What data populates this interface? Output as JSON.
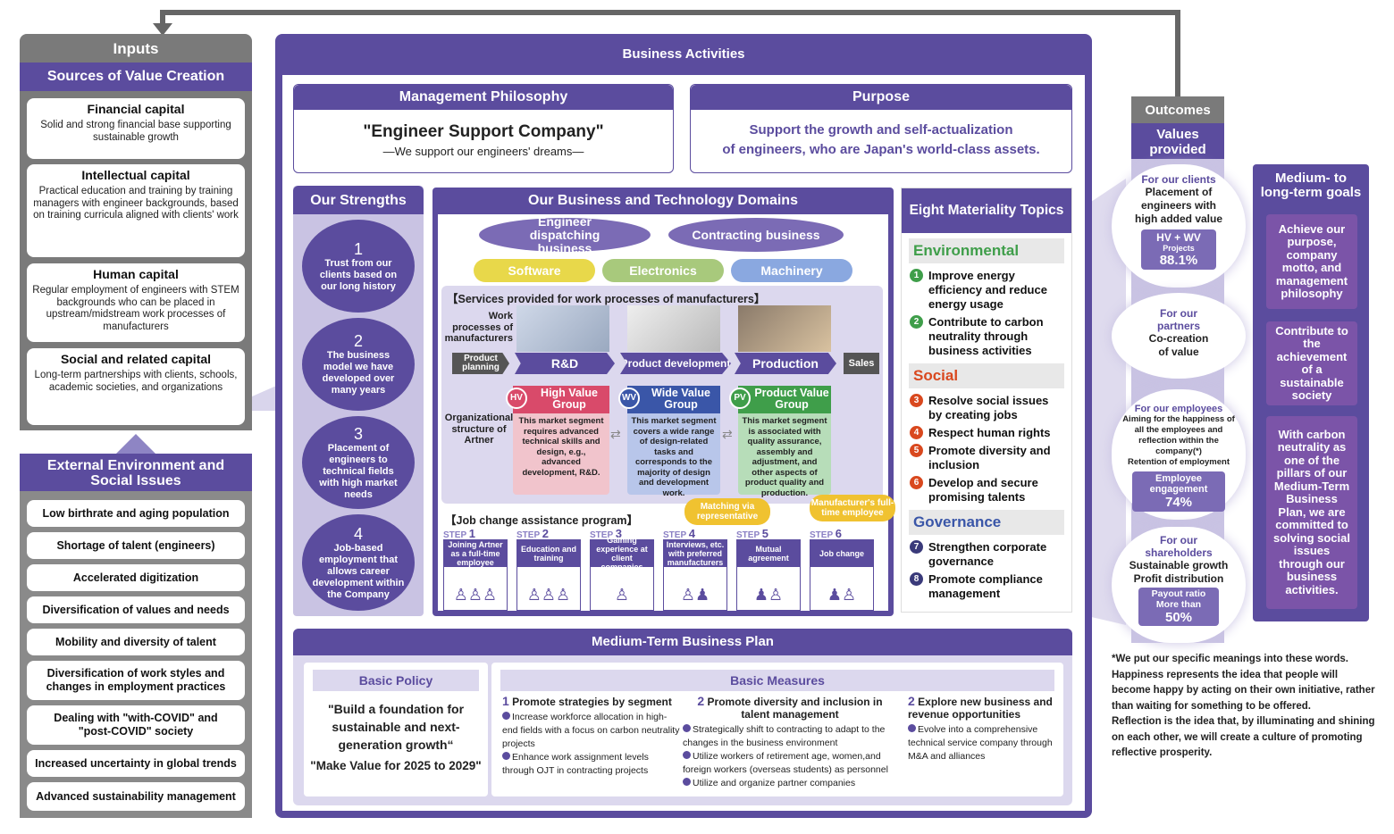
{
  "inputs": {
    "title": "Inputs",
    "subtitle": "Sources of Value Creation",
    "capitals": [
      {
        "title": "Financial capital",
        "desc": "Solid and strong financial base supporting sustainable growth"
      },
      {
        "title": "Intellectual capital",
        "desc": "Practical education and training by training managers with engineer backgrounds, based on training curricula aligned with clients' work"
      },
      {
        "title": "Human capital",
        "desc": "Regular employment of engineers with STEM backgrounds who can be placed in upstream/midstream work processes of manufacturers"
      },
      {
        "title": "Social and related capital",
        "desc": "Long-term partnerships with clients, schools, academic societies, and organizations"
      }
    ]
  },
  "external": {
    "title": "External Environment and Social Issues",
    "items": [
      "Low birthrate and aging population",
      "Shortage of talent (engineers)",
      "Accelerated digitization",
      "Diversification of values and needs",
      "Mobility and diversity of talent",
      "Diversification of work styles and changes in employment practices",
      "Dealing with \"with-COVID\" and \"post-COVID\" society",
      "Increased uncertainty in global trends",
      "Advanced sustainability management"
    ]
  },
  "business": {
    "title": "Business Activities",
    "philosophy": {
      "title": "Management Philosophy",
      "quote": "\"Engineer Support Company\"",
      "sub": "—We support our engineers' dreams—"
    },
    "purpose": {
      "title": "Purpose",
      "line1": "Support the growth and self-actualization",
      "line2": "of engineers, who are Japan's world-class assets."
    },
    "strengths": {
      "title": "Our Strengths",
      "items": [
        {
          "n": "1",
          "text": "Trust from our clients based on our long history"
        },
        {
          "n": "2",
          "text": "The business model we have developed over many years"
        },
        {
          "n": "3",
          "text": "Placement of engineers to technical fields with high market needs"
        },
        {
          "n": "4",
          "text": "Job-based employment that allows career development within the Company"
        }
      ]
    },
    "domains": {
      "title": "Our Business and Technology Domains",
      "business": [
        "Engineer dispatching business",
        "Contracting business"
      ],
      "tech": [
        "Software",
        "Electronics",
        "Machinery"
      ],
      "services_title": "【Services provided for work processes of manufacturers】",
      "work_label": "Work processes of manufacturers",
      "processes": [
        "Product planning",
        "R&D",
        "Product development",
        "Production",
        "Sales"
      ],
      "org_label": "Organizational structure of Artner",
      "groups": [
        {
          "abbr": "HV",
          "name": "High Value Group",
          "desc": "This market segment requires advanced technical skills and design, e.g., advanced development, R&D."
        },
        {
          "abbr": "WV",
          "name": "Wide Value Group",
          "desc": "This market segment covers a wide range of design-related tasks and corresponds to the majority of design and development work."
        },
        {
          "abbr": "PV",
          "name": "Product Value Group",
          "desc": "This market segment is associated with quality assurance, assembly and adjustment, and other aspects of product quality and production."
        }
      ],
      "job_title": "【Job change assistance program】",
      "callouts": [
        "Matching via representative",
        "Manufacturer's full-time employee"
      ],
      "steps": [
        {
          "label": "STEP",
          "num": "1",
          "text": "Joining Artner as a full-time employee"
        },
        {
          "label": "STEP",
          "num": "2",
          "text": "Education and training"
        },
        {
          "label": "STEP",
          "num": "3",
          "text": "Gaining experience at client companies"
        },
        {
          "label": "STEP",
          "num": "4",
          "text": "Interviews, etc. with preferred manufacturers"
        },
        {
          "label": "STEP",
          "num": "5",
          "text": "Mutual agreement"
        },
        {
          "label": "STEP",
          "num": "6",
          "text": "Job change"
        }
      ]
    },
    "materiality": {
      "title": "Eight Materiality Topics",
      "env": "Environmental",
      "soc": "Social",
      "gov": "Governance",
      "topics": [
        {
          "n": "1",
          "text": "Improve energy efficiency and reduce energy usage"
        },
        {
          "n": "2",
          "text": "Contribute to carbon neutrality through business activities"
        },
        {
          "n": "3",
          "text": "Resolve social issues by creating jobs"
        },
        {
          "n": "4",
          "text": "Respect human rights"
        },
        {
          "n": "5",
          "text": "Promote diversity and inclusion"
        },
        {
          "n": "6",
          "text": "Develop and secure promising talents"
        },
        {
          "n": "7",
          "text": "Strengthen corporate governance"
        },
        {
          "n": "8",
          "text": "Promote compliance management"
        }
      ]
    },
    "plan": {
      "title": "Medium-Term Business Plan",
      "policy_title": "Basic Policy",
      "policy_quote": "\"Build a foundation for sustainable and next-generation growth“",
      "policy_make": "\"Make Value for 2025 to 2029\"",
      "measures_title": "Basic Measures",
      "measures": [
        {
          "n": "1",
          "title": "Promote strategies by segment",
          "items": [
            "Increase workforce allocation in high-end fields with a focus on carbon neutrality projects",
            "Enhance work assignment levels through OJT in contracting projects"
          ]
        },
        {
          "n": "2",
          "title": "Promote diversity and inclusion in talent management",
          "items": [
            "Strategically shift to contracting to adapt to the changes in the business environment",
            "Utilize workers of retirement age, women,and foreign workers (overseas students) as personnel",
            "Utilize and organize partner companies"
          ]
        },
        {
          "n": "2",
          "title": "Explore new business and revenue opportunities",
          "items": [
            "Evolve into a comprehensive technical service company through M&A and alliances"
          ]
        }
      ]
    }
  },
  "outcomes": {
    "title": "Outcomes",
    "subtitle": "Values provided",
    "clients": {
      "head": "For our clients",
      "body": "Placement of engineers with high added value",
      "badge_label": "HV + WV",
      "badge_sub": "Projects",
      "badge_value": "88.1%"
    },
    "partners": {
      "head": "For our partners",
      "body": "Co-creation of value"
    },
    "employees": {
      "head": "For our employees",
      "b1": "Aiming for the happiness of all the employees and reflection within the company(*)",
      "b2": "Retention of employment",
      "badge_label": "Employee engagement",
      "badge_value": "74%"
    },
    "shareholders": {
      "head": "For our shareholders",
      "b1": "Sustainable growth",
      "b2": "Profit distribution",
      "badge_label": "Payout ratio More than",
      "badge_value": "50%"
    }
  },
  "goals": {
    "title": "Medium- to long-term goals",
    "items": [
      "Achieve our purpose, company motto, and management philosophy",
      "Contribute to the achievement of a sustainable society",
      "With carbon neutrality as one of the pillars of our Medium-Term Business Plan, we are committed to solving social issues through our business activities."
    ]
  },
  "footnote": {
    "p1": "*We put our specific meanings into these words.",
    "p2": "Happiness represents the idea that people will become happy by acting on their own initiative, rather than waiting for something to be offered.",
    "p3": "Reflection is the idea that, by illuminating and shining on each other, we will create a culture of promoting reflective prosperity."
  },
  "colors": {
    "primary": "#5b4c9e",
    "hv": "#d94a6a",
    "wv": "#3a56a8",
    "pv": "#3f9e4a",
    "goal": "#7b54a8"
  }
}
